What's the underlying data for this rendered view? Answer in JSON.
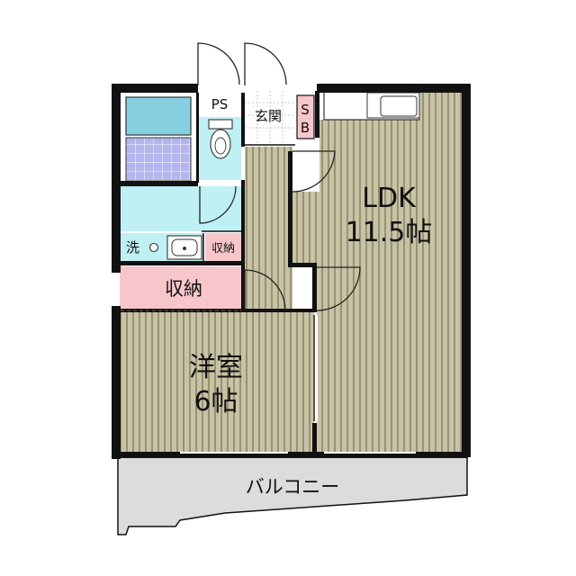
{
  "rooms": {
    "ldk": {
      "name": "LDK",
      "size": "11.5帖"
    },
    "western": {
      "name": "洋室",
      "size": "6帖"
    },
    "balcony": {
      "name": "バルコニー"
    },
    "entrance": {
      "name": "玄関"
    },
    "pipe_space": {
      "name": "PS"
    },
    "shoe_box": {
      "line1": "S",
      "line2": "B"
    },
    "washer": {
      "name": "洗"
    },
    "storage_small": {
      "name": "収納"
    },
    "storage_large": {
      "name": "収納"
    }
  },
  "colors": {
    "floor_fill": "#c9c3a6",
    "floor_line": "#8c8668",
    "wet_area": "#bff0f3",
    "bath_tub": "#86cfe0",
    "bath_tile": "#b4b6ee",
    "storage": "#f7c6cb",
    "balcony": "#dcdcdc",
    "wall": "#111111"
  },
  "icons": [
    "toilet-icon",
    "sink-icon",
    "bathtub-icon",
    "washer-drain-icon",
    "kitchen-counter-icon"
  ]
}
